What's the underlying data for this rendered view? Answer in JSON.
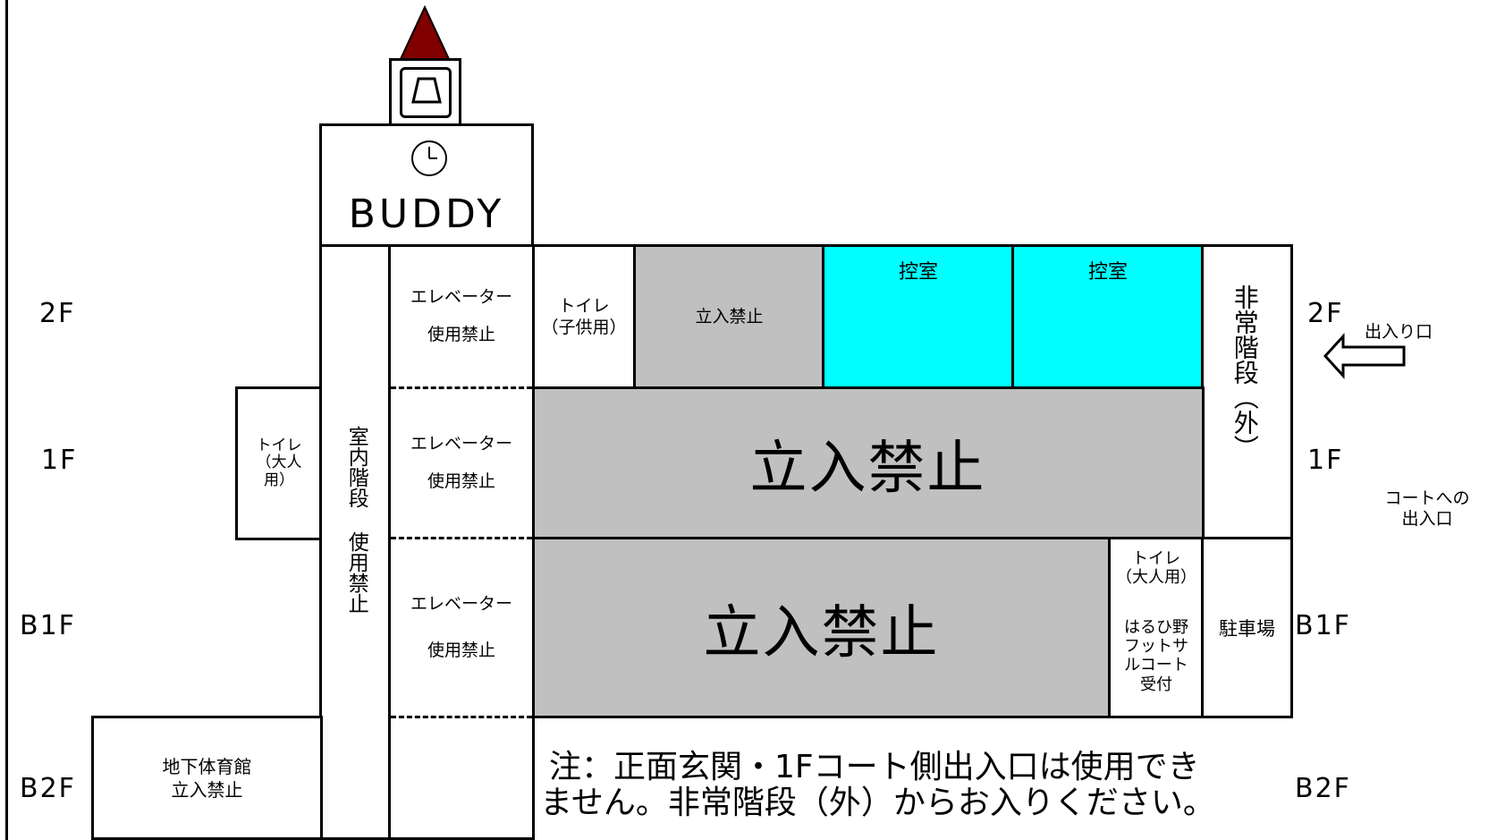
{
  "floors": {
    "left": [
      "2F",
      "1F",
      "B1F",
      "B2F"
    ],
    "right": [
      "2F",
      "1F",
      "B1F",
      "B2F"
    ]
  },
  "tower": {
    "name": "BUDDY"
  },
  "rooms": {
    "indoor_stairs": "室内階段 使用禁止",
    "elevator_2f_line1": "エレベーター",
    "elevator_2f_line2": "使用禁止",
    "elevator_1f_line1": "エレベーター",
    "elevator_1f_line2": "使用禁止",
    "elevator_b1f_line1": "エレベーター",
    "elevator_b1f_line2": "使用禁止",
    "toilet_kids_line1": "トイレ",
    "toilet_kids_line2": "（子供用）",
    "no_entry_2f": "立入禁止",
    "waiting_room_1": "控室",
    "waiting_room_2": "控室",
    "emergency_stairs": "非常階段（外）",
    "toilet_adult_1f_line1": "トイレ",
    "toilet_adult_1f_line2": "（大人",
    "toilet_adult_1f_line3": "用）",
    "no_entry_1f": "立入禁止",
    "no_entry_b1f": "立入禁止",
    "toilet_adult_b1f_line1": "トイレ",
    "toilet_adult_b1f_line2": "（大人用）",
    "reception_line1": "はるひ野",
    "reception_line2": "フットサ",
    "reception_line3": "ルコート",
    "reception_line4": "受付",
    "parking": "駐車場",
    "gym_line1": "地下体育館",
    "gym_line2": "立入禁止"
  },
  "labels": {
    "entrance": "出入り口",
    "court_entrance_line1": "コートへの",
    "court_entrance_line2": "出入口"
  },
  "note": {
    "line1": "注：正面玄関・1Fコート側出入口は使用でき",
    "line2": "ません。非常階段（外）からお入りください。"
  },
  "colors": {
    "no_entry": "#c0c0c0",
    "waiting_room": "#00ffff",
    "roof": "#800000"
  }
}
